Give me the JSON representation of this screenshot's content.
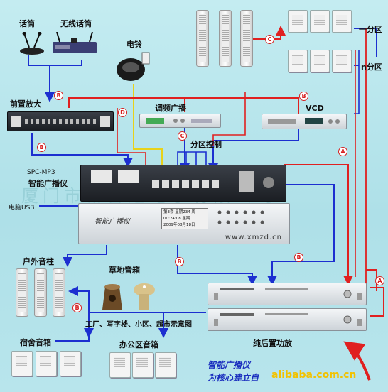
{
  "devices": {
    "mic": "话筒",
    "wireless_mic": "无线话筒",
    "bell": "电铃",
    "preamp": "前置放大",
    "tuner": "调频广播",
    "vcd": "VCD",
    "zone_control": "分区控制",
    "player_line1": "SPC-MP3",
    "player_line2": "智能广播仪",
    "usb": "电脑USB",
    "outdoor_column": "户外音柱",
    "lawn_speaker": "草地音箱",
    "dormitory_speaker": "宿舍音箱",
    "office_speaker": "办公区音箱",
    "venues": "工厂、写字楼、小区、超市示意图",
    "power_amp": "纯后置功放",
    "zone_1": "一分区",
    "zone_n": "n分区"
  },
  "panel": {
    "display_line1": "第3套  星期234 周",
    "display_line2": "00:24:08   星期二",
    "display_line3": "2009年08月18日",
    "brand": "智能广播仪",
    "url": "www.xmzd.cn"
  },
  "markers": {
    "A": "A",
    "B": "B",
    "C": "C",
    "D": "D"
  },
  "slogan": {
    "line1": "智能广播仪",
    "line2": "为核心建立自"
  },
  "background_text": "厦门市新智达电子有限公司",
  "watermark": "alibaba.com.cn",
  "colors": {
    "wire_red": "#e02020",
    "wire_blue": "#1c2fd0",
    "wire_yellow": "#e8d21a",
    "background": "#b9e6ec"
  }
}
